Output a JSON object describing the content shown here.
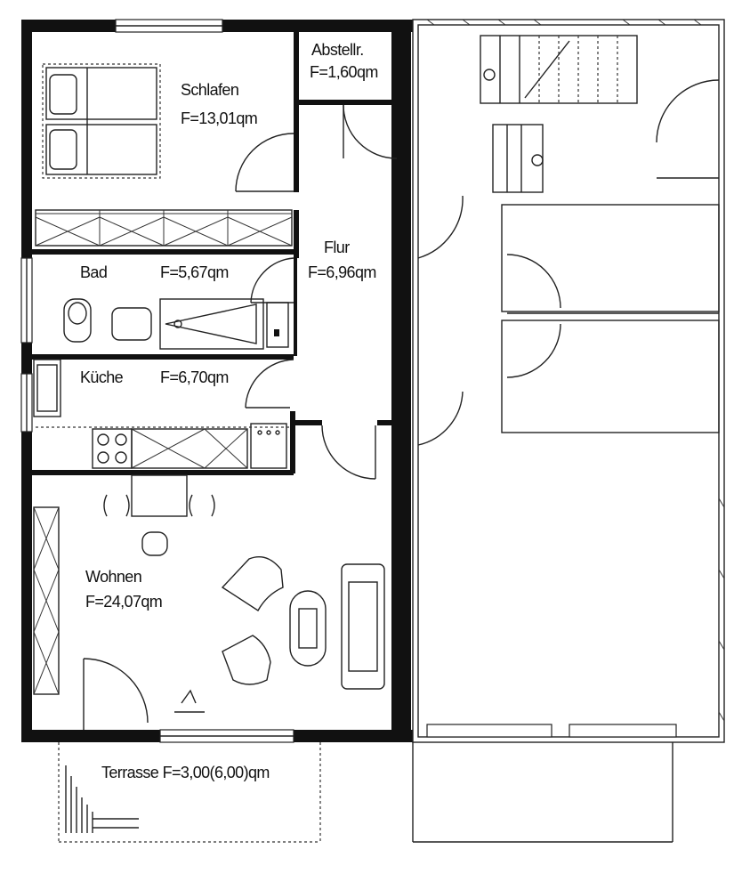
{
  "rooms": {
    "schlafen": {
      "name": "Schlafen",
      "area": "F=13,01qm"
    },
    "abstell": {
      "name": "Abstellr.",
      "area": "F=1,60qm"
    },
    "flur": {
      "name": "Flur",
      "area": "F=6,96qm"
    },
    "bad": {
      "name": "Bad",
      "area": "F=5,67qm"
    },
    "kueche": {
      "name": "Küche",
      "area": "F=6,70qm"
    },
    "wohnen": {
      "name": "Wohnen",
      "area": "F=24,07qm"
    },
    "terrasse": {
      "label": "Terrasse F=3,00(6,00)qm"
    }
  },
  "colors": {
    "ink": "#111111",
    "paper": "#ffffff"
  }
}
